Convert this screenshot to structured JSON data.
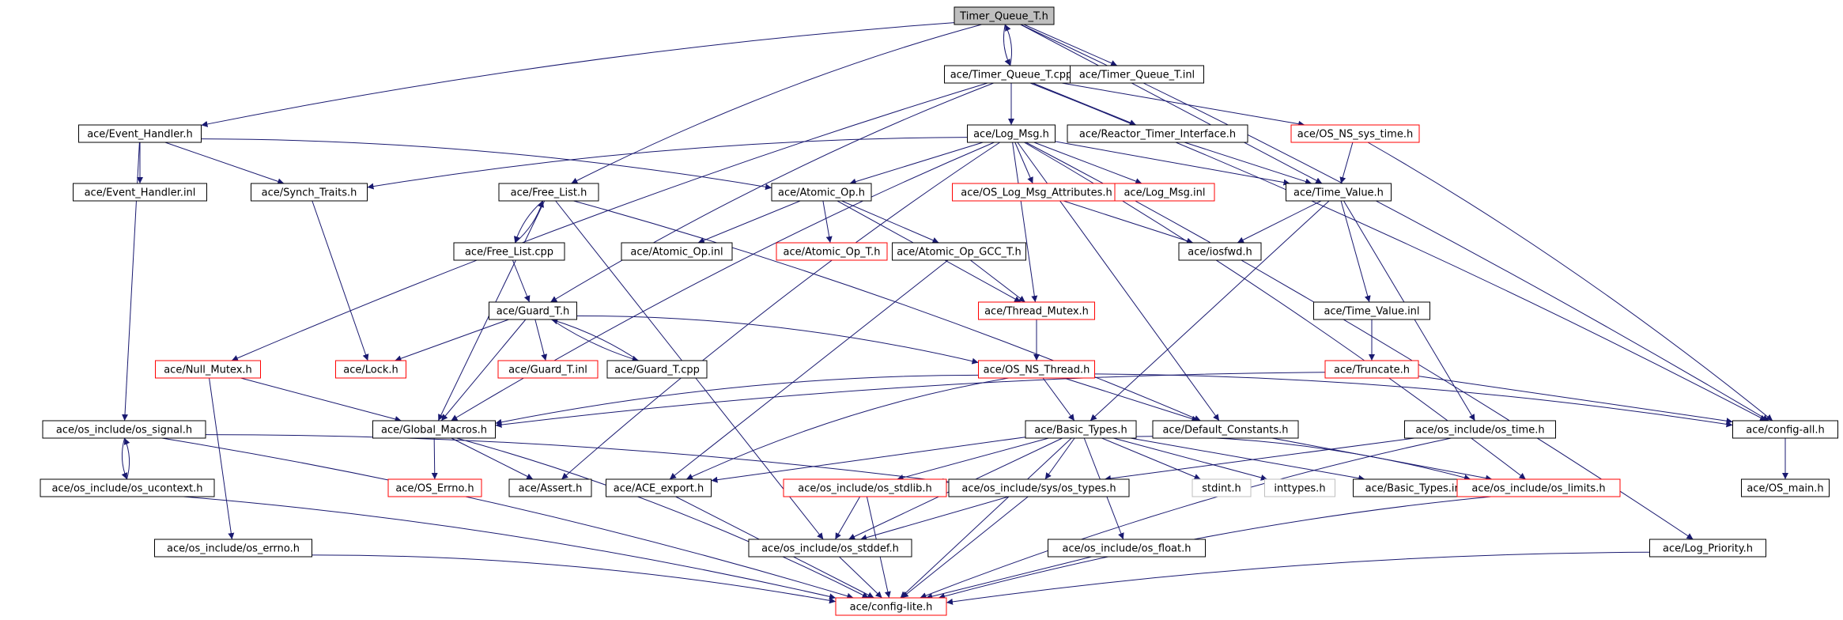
{
  "colors": {
    "edge": "#191970",
    "box_default": "#000000",
    "box_red": "#ff0000",
    "box_gray": "#bfbfbf",
    "root_fill": "#bfbfbf",
    "text": "#000000"
  },
  "nodes": [
    {
      "id": "n0",
      "label": "Timer_Queue_T.h",
      "style": "root"
    },
    {
      "id": "n1",
      "label": "ace/Timer_Queue_T.cpp",
      "style": "default"
    },
    {
      "id": "n2",
      "label": "ace/Timer_Queue_T.inl",
      "style": "default"
    },
    {
      "id": "n3",
      "label": "ace/Event_Handler.h",
      "style": "default"
    },
    {
      "id": "n4",
      "label": "ace/Log_Msg.h",
      "style": "default"
    },
    {
      "id": "n5",
      "label": "ace/Reactor_Timer_Interface.h",
      "style": "default"
    },
    {
      "id": "n6",
      "label": "ace/OS_NS_sys_time.h",
      "style": "red"
    },
    {
      "id": "n7",
      "label": "ace/Event_Handler.inl",
      "style": "default"
    },
    {
      "id": "n8",
      "label": "ace/Synch_Traits.h",
      "style": "default"
    },
    {
      "id": "n9",
      "label": "ace/Free_List.h",
      "style": "default"
    },
    {
      "id": "n10",
      "label": "ace/Atomic_Op.h",
      "style": "default"
    },
    {
      "id": "n11",
      "label": "ace/OS_Log_Msg_Attributes.h",
      "style": "red"
    },
    {
      "id": "n12",
      "label": "ace/Log_Msg.inl",
      "style": "red"
    },
    {
      "id": "n13",
      "label": "ace/Time_Value.h",
      "style": "default"
    },
    {
      "id": "n14",
      "label": "ace/Free_List.cpp",
      "style": "default"
    },
    {
      "id": "n15",
      "label": "ace/Atomic_Op.inl",
      "style": "default"
    },
    {
      "id": "n16",
      "label": "ace/Atomic_Op_T.h",
      "style": "red"
    },
    {
      "id": "n17",
      "label": "ace/Atomic_Op_GCC_T.h",
      "style": "default"
    },
    {
      "id": "n18",
      "label": "ace/iosfwd.h",
      "style": "default"
    },
    {
      "id": "n19",
      "label": "ace/Guard_T.h",
      "style": "default"
    },
    {
      "id": "n20",
      "label": "ace/Thread_Mutex.h",
      "style": "red"
    },
    {
      "id": "n21",
      "label": "ace/Time_Value.inl",
      "style": "default"
    },
    {
      "id": "n22",
      "label": "ace/Null_Mutex.h",
      "style": "red"
    },
    {
      "id": "n23",
      "label": "ace/Lock.h",
      "style": "red"
    },
    {
      "id": "n24",
      "label": "ace/Guard_T.inl",
      "style": "red"
    },
    {
      "id": "n25",
      "label": "ace/Guard_T.cpp",
      "style": "default"
    },
    {
      "id": "n26",
      "label": "ace/OS_NS_Thread.h",
      "style": "red"
    },
    {
      "id": "n27",
      "label": "ace/Truncate.h",
      "style": "red"
    },
    {
      "id": "n28",
      "label": "ace/os_include/os_signal.h",
      "style": "default"
    },
    {
      "id": "n29",
      "label": "ace/Global_Macros.h",
      "style": "default"
    },
    {
      "id": "n30",
      "label": "ace/Basic_Types.h",
      "style": "default"
    },
    {
      "id": "n31",
      "label": "ace/Default_Constants.h",
      "style": "default"
    },
    {
      "id": "n32",
      "label": "ace/os_include/os_time.h",
      "style": "default"
    },
    {
      "id": "n33",
      "label": "ace/config-all.h",
      "style": "default"
    },
    {
      "id": "n34",
      "label": "ace/os_include/os_ucontext.h",
      "style": "default"
    },
    {
      "id": "n35",
      "label": "ace/OS_Errno.h",
      "style": "red"
    },
    {
      "id": "n36",
      "label": "ace/Assert.h",
      "style": "default"
    },
    {
      "id": "n37",
      "label": "ace/ACE_export.h",
      "style": "default"
    },
    {
      "id": "n38",
      "label": "ace/os_include/os_stdlib.h",
      "style": "red"
    },
    {
      "id": "n39",
      "label": "ace/os_include/sys/os_types.h",
      "style": "default"
    },
    {
      "id": "n40",
      "label": "stdint.h",
      "style": "gray"
    },
    {
      "id": "n41",
      "label": "inttypes.h",
      "style": "gray"
    },
    {
      "id": "n42",
      "label": "ace/Basic_Types.inl",
      "style": "default"
    },
    {
      "id": "n43",
      "label": "ace/os_include/os_limits.h",
      "style": "red"
    },
    {
      "id": "n44",
      "label": "ace/OS_main.h",
      "style": "default"
    },
    {
      "id": "n45",
      "label": "ace/os_include/os_errno.h",
      "style": "default"
    },
    {
      "id": "n46",
      "label": "ace/os_include/os_stddef.h",
      "style": "default"
    },
    {
      "id": "n47",
      "label": "ace/os_include/os_float.h",
      "style": "default"
    },
    {
      "id": "n48",
      "label": "ace/Log_Priority.h",
      "style": "default"
    },
    {
      "id": "n49",
      "label": "ace/config-lite.h",
      "style": "red"
    }
  ],
  "edges": [
    [
      "n0",
      "n1"
    ],
    [
      "n0",
      "n2"
    ],
    [
      "n0",
      "n3"
    ],
    [
      "n0",
      "n9"
    ],
    [
      "n0",
      "n13"
    ],
    [
      "n0",
      "n33"
    ],
    [
      "n1",
      "n0"
    ],
    [
      "n1",
      "n4"
    ],
    [
      "n1",
      "n5"
    ],
    [
      "n1",
      "n6"
    ],
    [
      "n1",
      "n19"
    ],
    [
      "n1",
      "n22"
    ],
    [
      "n1",
      "n33"
    ],
    [
      "n3",
      "n7"
    ],
    [
      "n3",
      "n8"
    ],
    [
      "n3",
      "n10"
    ],
    [
      "n3",
      "n28"
    ],
    [
      "n4",
      "n8"
    ],
    [
      "n4",
      "n10"
    ],
    [
      "n4",
      "n11"
    ],
    [
      "n4",
      "n12"
    ],
    [
      "n4",
      "n13"
    ],
    [
      "n4",
      "n20"
    ],
    [
      "n4",
      "n29"
    ],
    [
      "n4",
      "n31"
    ],
    [
      "n4",
      "n36"
    ],
    [
      "n4",
      "n43"
    ],
    [
      "n4",
      "n48"
    ],
    [
      "n5",
      "n13"
    ],
    [
      "n6",
      "n13"
    ],
    [
      "n6",
      "n33"
    ],
    [
      "n8",
      "n23"
    ],
    [
      "n9",
      "n14"
    ],
    [
      "n9",
      "n29"
    ],
    [
      "n9",
      "n31"
    ],
    [
      "n9",
      "n46"
    ],
    [
      "n10",
      "n15"
    ],
    [
      "n10",
      "n16"
    ],
    [
      "n10",
      "n17"
    ],
    [
      "n10",
      "n20"
    ],
    [
      "n11",
      "n18"
    ],
    [
      "n13",
      "n18"
    ],
    [
      "n13",
      "n21"
    ],
    [
      "n13",
      "n30"
    ],
    [
      "n13",
      "n32"
    ],
    [
      "n14",
      "n9"
    ],
    [
      "n14",
      "n19"
    ],
    [
      "n17",
      "n20"
    ],
    [
      "n17",
      "n37"
    ],
    [
      "n19",
      "n23"
    ],
    [
      "n19",
      "n24"
    ],
    [
      "n19",
      "n25"
    ],
    [
      "n19",
      "n26"
    ],
    [
      "n19",
      "n29"
    ],
    [
      "n20",
      "n26"
    ],
    [
      "n21",
      "n27"
    ],
    [
      "n22",
      "n29"
    ],
    [
      "n22",
      "n45"
    ],
    [
      "n25",
      "n19"
    ],
    [
      "n26",
      "n29"
    ],
    [
      "n26",
      "n30"
    ],
    [
      "n26",
      "n31"
    ],
    [
      "n26",
      "n33"
    ],
    [
      "n26",
      "n37"
    ],
    [
      "n27",
      "n29"
    ],
    [
      "n27",
      "n33"
    ],
    [
      "n28",
      "n34"
    ],
    [
      "n28",
      "n39"
    ],
    [
      "n28",
      "n49"
    ],
    [
      "n29",
      "n35"
    ],
    [
      "n29",
      "n36"
    ],
    [
      "n29",
      "n49"
    ],
    [
      "n30",
      "n37"
    ],
    [
      "n30",
      "n38"
    ],
    [
      "n30",
      "n39"
    ],
    [
      "n30",
      "n40"
    ],
    [
      "n30",
      "n41"
    ],
    [
      "n30",
      "n42"
    ],
    [
      "n30",
      "n43"
    ],
    [
      "n30",
      "n46"
    ],
    [
      "n30",
      "n47"
    ],
    [
      "n30",
      "n49"
    ],
    [
      "n31",
      "n43"
    ],
    [
      "n32",
      "n39"
    ],
    [
      "n32",
      "n49"
    ],
    [
      "n33",
      "n44"
    ],
    [
      "n34",
      "n28"
    ],
    [
      "n34",
      "n49"
    ],
    [
      "n37",
      "n49"
    ],
    [
      "n38",
      "n46"
    ],
    [
      "n38",
      "n49"
    ],
    [
      "n39",
      "n46"
    ],
    [
      "n39",
      "n49"
    ],
    [
      "n43",
      "n49"
    ],
    [
      "n45",
      "n49"
    ],
    [
      "n46",
      "n49"
    ],
    [
      "n47",
      "n49"
    ],
    [
      "n48",
      "n49"
    ]
  ]
}
